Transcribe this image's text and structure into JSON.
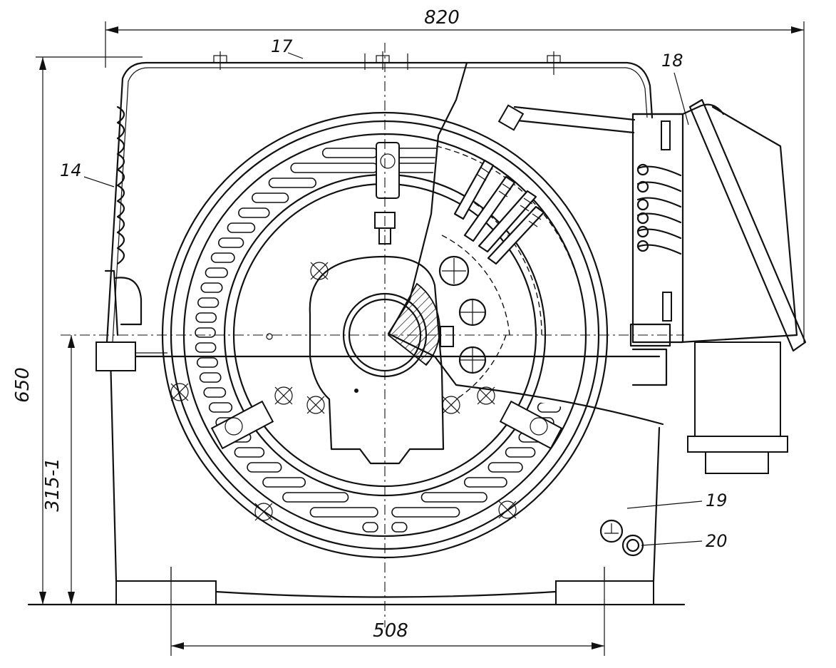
{
  "dimensions": {
    "overall_width": "820",
    "overall_height": "650",
    "shaft_height": "315-1",
    "foot_spacing": "508"
  },
  "callouts": {
    "c14": "14",
    "c17": "17",
    "c18": "18",
    "c19": "19",
    "c20": "20"
  }
}
